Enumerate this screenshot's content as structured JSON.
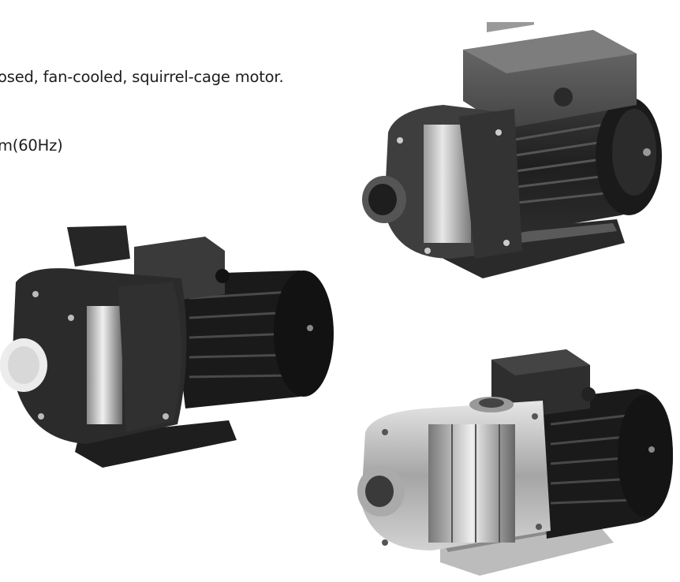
{
  "text": {
    "line1": "osed, fan-cooled, squirrel-cage motor.",
    "line2": "m(60Hz)"
  },
  "images": [
    {
      "name": "cast-iron pump (dark, with terminal box)"
    },
    {
      "name": "cast-iron pump (black)"
    },
    {
      "name": "stainless-steel pump"
    }
  ]
}
